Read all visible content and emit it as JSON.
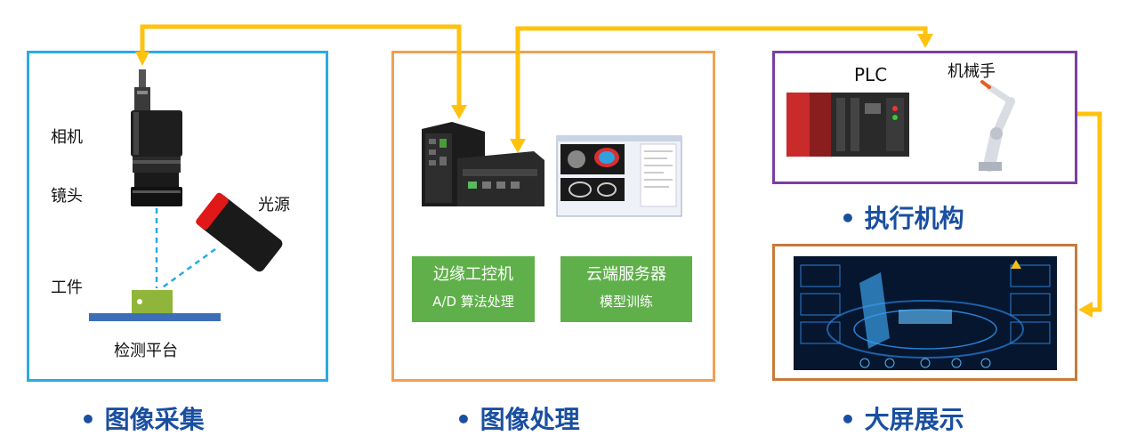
{
  "acquisition": {
    "camera_label": "相机",
    "lens_label": "镜头",
    "light_label": "光源",
    "workpiece_label": "工件",
    "platform_label": "检测平台",
    "caption": "• 图像采集"
  },
  "processing": {
    "edge_box": {
      "line1": "边缘工控机",
      "line2": "A/D 算法处理"
    },
    "cloud_box": {
      "line1": "云端服务器",
      "line2": "模型训练"
    },
    "caption": "• 图像处理"
  },
  "actuator": {
    "plc_label": "PLC",
    "robot_label": "机械手",
    "caption": "• 执行机构"
  },
  "display": {
    "caption": "• 大屏展示"
  },
  "colors": {
    "acquisition_border": "#29abe2",
    "processing_border": "#f0a050",
    "actuator_border": "#7a3fa0",
    "display_border": "#c87a3a",
    "arrow": "#ffc20e",
    "green_box": "#5fb04a",
    "caption_text": "#1a4fa0"
  }
}
